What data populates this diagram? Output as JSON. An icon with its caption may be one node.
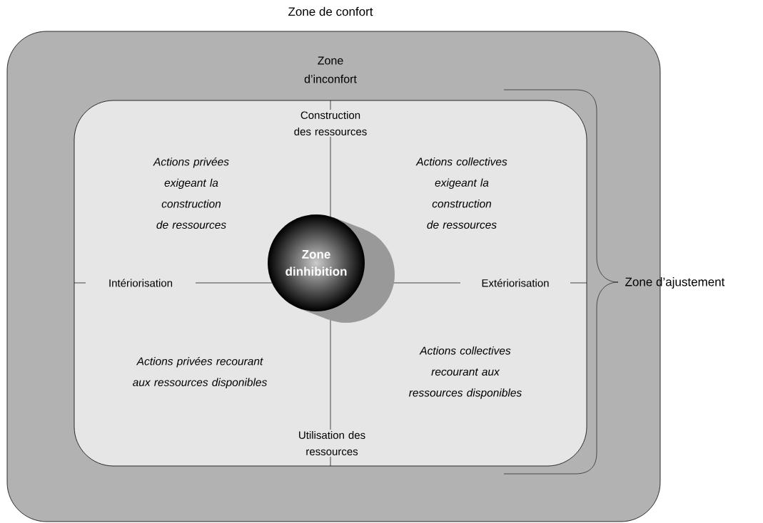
{
  "diagram": {
    "nodes": [
      {
        "text": [
          "Zone d’inconfort"
        ]
      },
      {
        "text": [
          "Construction des ressources",
          "Actions privées exigeant la construction de ressources",
          "Actions collectives exigeant la construction de ressources",
          "Intériorisation",
          "Extériorisation",
          "Actions privées recourant aux ressources disponibles",
          "Actions collectives recourant aux ressources disponibles",
          "Utilisation des ressources"
        ],
        "in": 0
      },
      {
        "text": [
          "Zone dinhibition"
        ],
        "in": 1
      }
    ],
    "labels": [
      "Zone de confort",
      "Zone d’ajustement"
    ]
  }
}
